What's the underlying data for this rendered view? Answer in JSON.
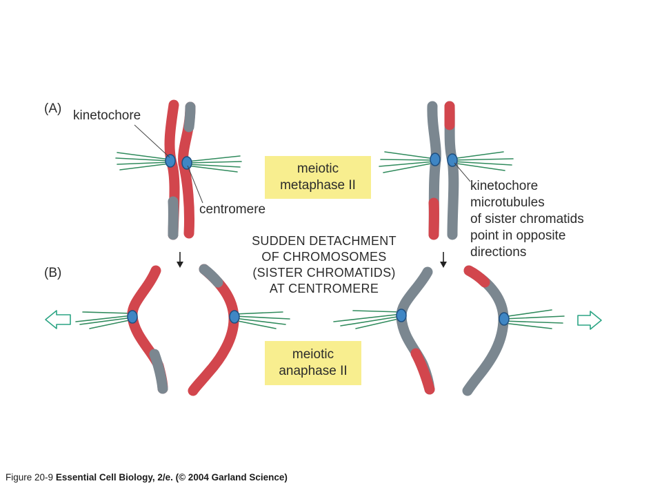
{
  "panels": {
    "a_label": "(A)",
    "b_label": "(B)"
  },
  "labels": {
    "kinetochore_top": "kinetochore",
    "centromere": "centromere",
    "kinetochore_note": "kinetochore\nmicrotubules\nof sister chromatids\npoint in opposite\ndirections",
    "detachment": "SUDDEN DETACHMENT\nOF CHROMOSOMES\n(SISTER CHROMATIDS)\nAT CENTROMERE"
  },
  "stages": {
    "metaphase": "meiotic\nmetaphase II",
    "anaphase": "meiotic\nanaphase II"
  },
  "caption": {
    "figure": "Figure 20-9",
    "title": "Essential Cell Biology, 2/e. (© 2004 Garland Science)"
  },
  "colors": {
    "red_chromatid": "#d2464d",
    "gray_chromatid": "#7b8790",
    "kinetochore": "#3f86c4",
    "microtubule": "#2f8a5c",
    "arrow": "#2aa483",
    "label_box": "#f8ee8f"
  }
}
